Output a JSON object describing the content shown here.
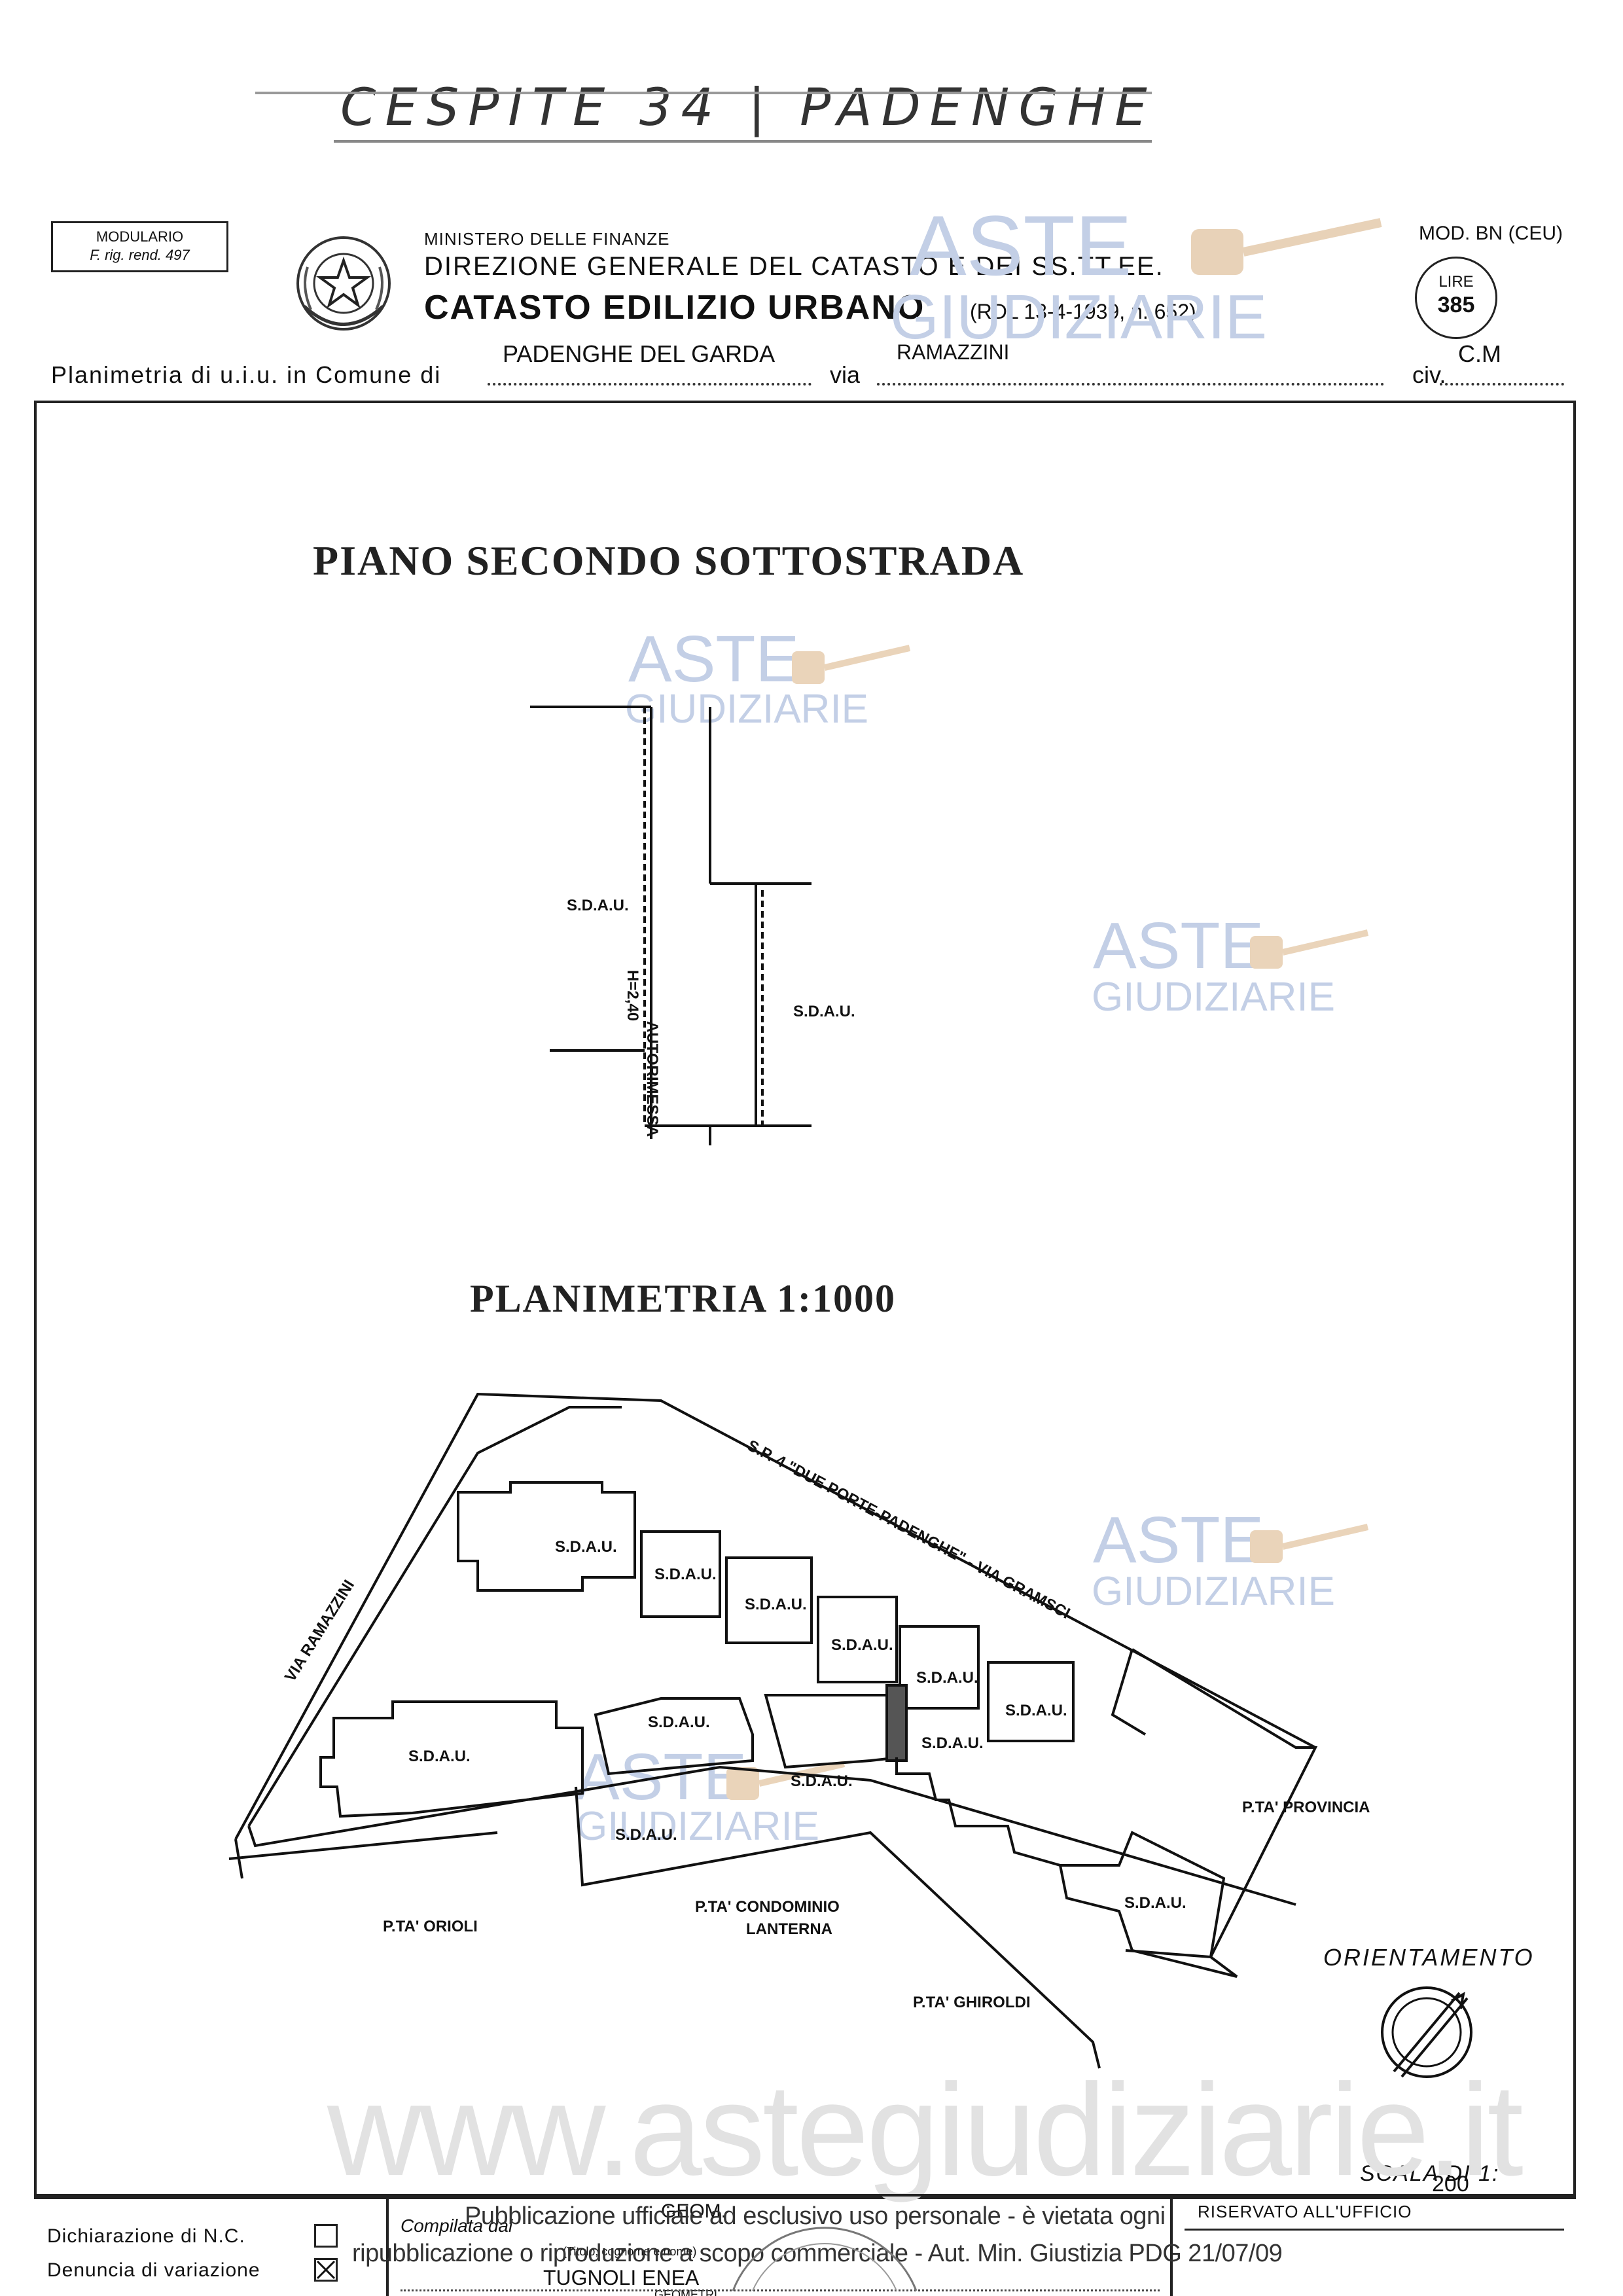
{
  "header": {
    "handwritten_title": "CESPITE 34 |  PADENGHE",
    "modulario": "MODULARIO",
    "modulario_ref": "F. rig. rend. 497",
    "ministry": "MINISTERO DELLE FINANZE",
    "direction": "DIREZIONE GENERALE DEL CATASTO E DEI SS.TT.EE.",
    "registry": "CATASTO EDILIZIO URBANO",
    "law_ref": "(RDL 13-4-1939, n. 652)",
    "model": "MOD. BN (CEU)",
    "price_label": "LIRE",
    "price_value": "385",
    "cm": "C.M"
  },
  "form": {
    "planimetria_label": "Planimetria di u.i.u. in Comune di",
    "comune_value": "PADENGHE DEL GARDA",
    "via_label": "via",
    "via_value": "RAMAZZINI",
    "civ_label": "civ."
  },
  "plan_upper": {
    "title": "PIANO SECONDO SOTTOSTRADA",
    "sdau_left": "S.D.A.U.",
    "sdau_right": "S.D.A.U.",
    "room_label": "AUTORIMESSA",
    "room_height": "H=2,40"
  },
  "plan_lower": {
    "title": "PLANIMETRIA 1:1000",
    "road_label": "S.P. 4 \"DUE PORTE-PADENGHE\" - VIA GRAMSCI",
    "via_ramazzini": "VIA RAMAZZINI",
    "sdau": "S.D.A.U.",
    "pta_orioli": "P.TA' ORIOLI",
    "pta_condominio": "P.TA' CONDOMINIO",
    "lanterna": "LANTERNA",
    "pta_ghiroldi": "P.TA' GHIROLDI",
    "pta_provincia": "P.TA' PROVINCIA"
  },
  "orientation": {
    "label": "ORIENTAMENTO",
    "scale_label": "SCALA DI 1:",
    "scale_value": "200"
  },
  "footer": {
    "dichiarazione": "Dichiarazione di N.C.",
    "denuncia": "Denuncia di variazione",
    "compilata": "Compilata dal",
    "compilata_sub": "(Titolo, cognome e nome)",
    "geom": "GEOM.",
    "tugnoli": "TUGNOLI ENEA",
    "geometri": "GEOMETRI",
    "riservato": "RISERVATO ALL'UFFICIO",
    "publication_line1": "Pubblicazione ufficiale ad esclusivo uso personale - è vietata ogni",
    "publication_line2": "ripubblicazione o riproduzione a scopo commerciale - Aut. Min. Giustizia PDG 21/07/09"
  },
  "watermark": {
    "aste": "ASTE",
    "giudiziarie": "GIUDIZIARIE",
    "website": "www.astegiudiziarie.it"
  },
  "colors": {
    "ink": "#111111",
    "watermark": "#c3cfe6",
    "hatch": "#555555"
  }
}
